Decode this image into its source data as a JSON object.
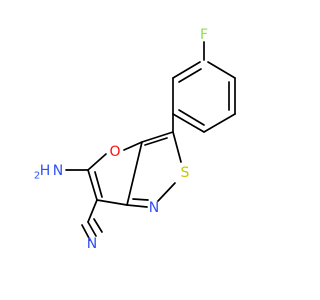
{
  "molecule": {
    "atoms": {
      "fluorine": "F",
      "oxygen": "O",
      "sulfur": "S",
      "nitrogen_ring": "N",
      "nitrogen_nitrile": "N",
      "amine_h": "H",
      "amine_n": "N",
      "amine_h2": "2"
    }
  },
  "colors": {
    "bond": "#000000",
    "oxygen": "#ff0d0d",
    "sulfur": "#c8c800",
    "nitrogen": "#3050f8",
    "fluorine": "#90e050"
  }
}
